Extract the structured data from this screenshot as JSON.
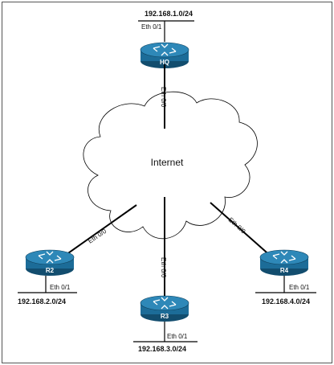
{
  "diagram": {
    "cloud_label": "Internet",
    "routers": [
      {
        "name": "HQ",
        "network": "192.168.1.0/24",
        "lan_iface": "Eth 0/1",
        "wan_iface": "Eth 0/0"
      },
      {
        "name": "R2",
        "network": "192.168.2.0/24",
        "lan_iface": "Eth 0/1",
        "wan_iface": "Eth 0/0"
      },
      {
        "name": "R3",
        "network": "192.168.3.0/24",
        "lan_iface": "Eth 0/1",
        "wan_iface": "Eth 0/0"
      },
      {
        "name": "R4",
        "network": "192.168.4.0/24",
        "lan_iface": "Eth 0/1",
        "wan_iface": "Eth 0/0"
      }
    ],
    "colors": {
      "router_body": "#1c6c98",
      "router_top": "#2e88b8",
      "cloud_fill": "#ffffff",
      "line": "#000000"
    }
  }
}
